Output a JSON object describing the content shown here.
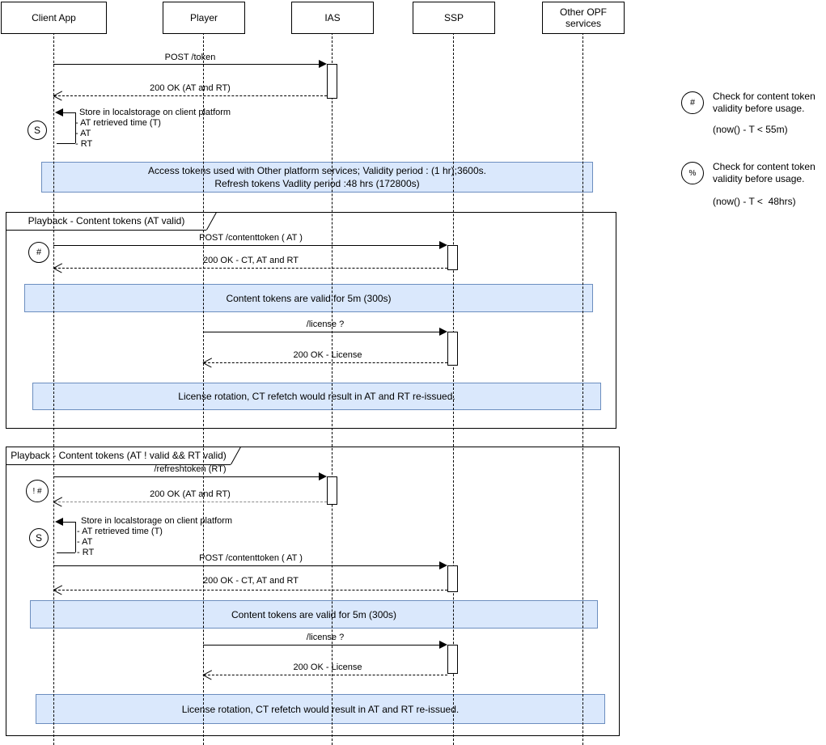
{
  "actors": [
    "Client App",
    "Player",
    "IAS",
    "SSP",
    "Other OPF services"
  ],
  "messages": {
    "post_token": "POST /token",
    "ok_at_rt": "200 OK (AT and RT)",
    "post_ct": "POST /contenttoken ( AT )",
    "ok_ct": "200 OK - CT, AT and RT",
    "license": "/license ?",
    "ok_license": "200 OK - License",
    "refresh": "/refreshtoken (RT)"
  },
  "self_store": {
    "title": "Store in localstorage on client platform",
    "items": [
      "- AT retrieved time (T)",
      "- AT",
      "- RT"
    ]
  },
  "notes": {
    "access_line1": "Access tokens used with Other platform services; Validity period : (1 hr);3600s.",
    "access_line2": "Refresh tokens Vadlity period :48 hrs (172800s)",
    "content_valid": "Content tokens are valid for 5m (300s)",
    "license_rotation": "License rotation, CT refetch would result in AT and RT re-issued."
  },
  "frames": {
    "frame1_label": "Playback - Content tokens (AT valid)",
    "frame2_label": "Playback - Content tokens (AT ! valid && RT valid)"
  },
  "markers": {
    "store": "S",
    "check": "#",
    "check_not": "! #",
    "percent": "%"
  },
  "legend": {
    "item1_symbol": "#",
    "item1_text": "Check for content token validity before usage.",
    "item1_formula": "(now() - T < 55m)",
    "item2_symbol": "%",
    "item2_text": "Check for content token validity before usage.",
    "item2_formula": "(now() - T <  48hrs)"
  },
  "colors": {
    "note_fill": "#dae8fc",
    "note_border": "#6c8ebf",
    "stroke": "#000000"
  }
}
